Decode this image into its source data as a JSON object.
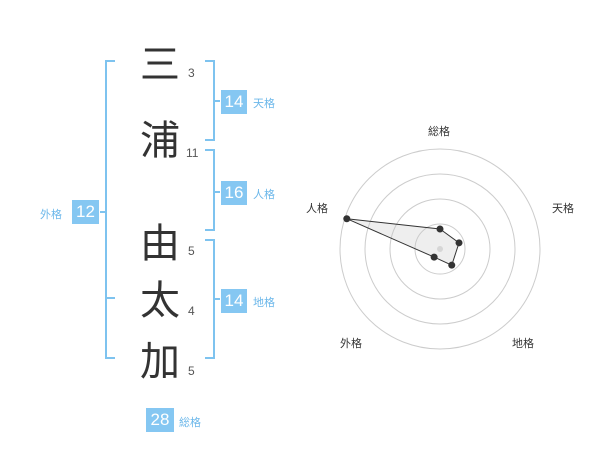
{
  "name_chars": [
    {
      "char": "三",
      "strokes": "3"
    },
    {
      "char": "浦",
      "strokes": "11"
    },
    {
      "char": "由",
      "strokes": "5"
    },
    {
      "char": "太",
      "strokes": "4"
    },
    {
      "char": "加",
      "strokes": "5"
    }
  ],
  "kaku": {
    "tenkaku": {
      "value": "14",
      "label": "天格"
    },
    "jinkaku": {
      "value": "16",
      "label": "人格"
    },
    "chikaku": {
      "value": "14",
      "label": "地格"
    },
    "gaikaku": {
      "value": "12",
      "label": "外格"
    },
    "soukaku": {
      "value": "28",
      "label": "総格"
    }
  },
  "radar": {
    "labels": [
      "総格",
      "天格",
      "地格",
      "外格",
      "人格"
    ],
    "values": [
      1,
      1,
      1,
      0.5,
      4.9
    ],
    "max": 5,
    "rings": 4
  },
  "colors": {
    "accent": "#85c7f2",
    "bracket": "#7ec3ef",
    "label": "#6bb7ea",
    "ring": "#cccccc"
  }
}
